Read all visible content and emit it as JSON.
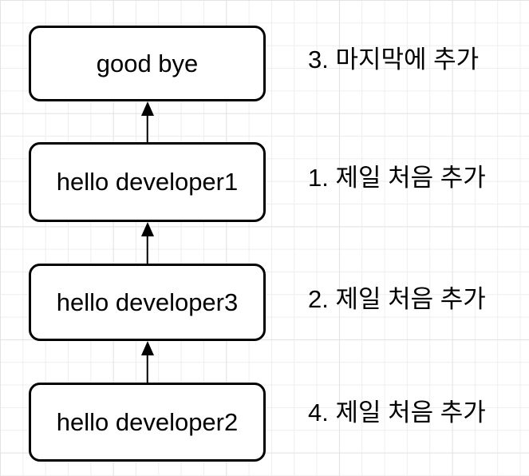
{
  "diagram": {
    "nodes": [
      {
        "label": "good bye",
        "annotation": "3. 마지막에 추가"
      },
      {
        "label": "hello developer1",
        "annotation": "1. 제일 처음 추가"
      },
      {
        "label": "hello developer3",
        "annotation": "2. 제일 처음 추가"
      },
      {
        "label": "hello developer2",
        "annotation": "4. 제일 처음 추가"
      }
    ],
    "connectors": [
      {
        "from": "hello developer1",
        "to": "good bye",
        "direction": "up"
      },
      {
        "from": "hello developer3",
        "to": "hello developer1",
        "direction": "up"
      },
      {
        "from": "hello developer2",
        "to": "hello developer3",
        "direction": "up"
      }
    ],
    "colors": {
      "canvas_bg": "#ffffff",
      "grid_minor": "#eeeeee",
      "grid_major": "#e3e3e3",
      "node_fill": "#ffffff",
      "node_stroke": "#000000",
      "text": "#000000"
    }
  }
}
